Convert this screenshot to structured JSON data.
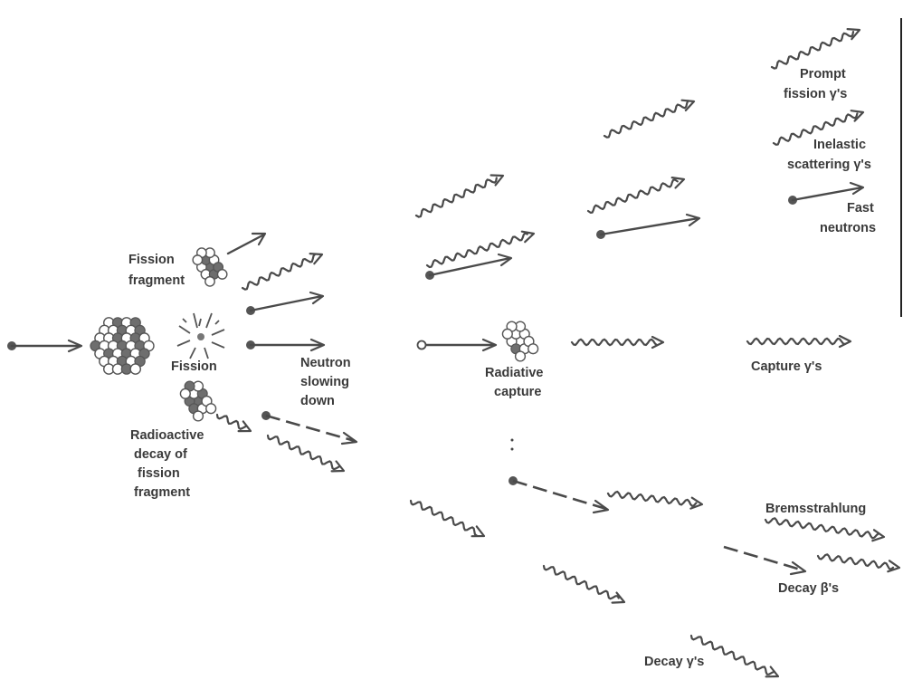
{
  "labels": {
    "fission_fragment": [
      "Fission",
      "fragment"
    ],
    "fission": [
      "Fission"
    ],
    "radioactive_decay": [
      "Radioactive",
      "decay of",
      "fission",
      "fragment"
    ],
    "neutron_slowing": [
      "Neutron",
      "slowing",
      "down"
    ],
    "radiative_capture": [
      "Radiative",
      "capture"
    ],
    "prompt_gammas": [
      "Prompt",
      "fission γ's"
    ],
    "inelastic_gammas": [
      "Inelastic",
      "scattering γ's"
    ],
    "fast_neutrons": [
      "Fast",
      "neutrons"
    ],
    "capture_gammas": [
      "Capture γ's"
    ],
    "bremsstrahlung": [
      "Bremsstrahlung"
    ],
    "decay_betas": [
      "Decay β's"
    ],
    "decay_gammas": [
      "Decay γ's"
    ]
  },
  "colors": {
    "ink": "#4a4a4a",
    "label": "#3a3a3a",
    "nucleon_dark": "#6e6e6e",
    "background": "#ffffff"
  }
}
